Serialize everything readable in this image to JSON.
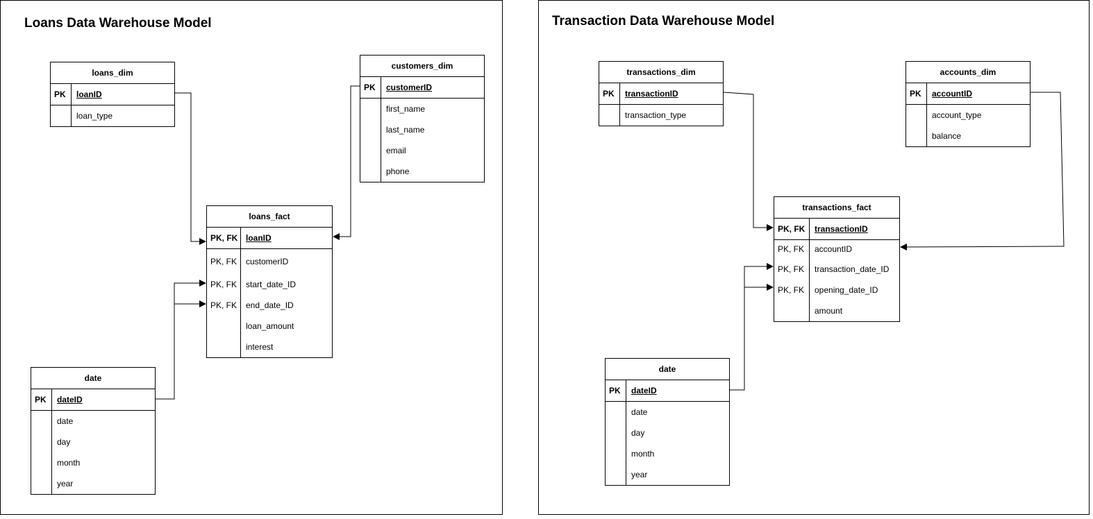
{
  "diagrams": [
    {
      "title": "Loans Data Warehouse Model",
      "entities": [
        {
          "name": "loans_dim",
          "pk": {
            "key": "PK",
            "field": "loanID"
          },
          "fields": [
            {
              "key": "",
              "field": "loan_type"
            }
          ]
        },
        {
          "name": "customers_dim",
          "pk": {
            "key": "PK",
            "field": "customerID"
          },
          "fields": [
            {
              "key": "",
              "field": "first_name"
            },
            {
              "key": "",
              "field": "last_name"
            },
            {
              "key": "",
              "field": "email"
            },
            {
              "key": "",
              "field": "phone"
            }
          ]
        },
        {
          "name": "loans_fact",
          "pk": {
            "key": "PK, FK",
            "field": "loanID"
          },
          "fields": [
            {
              "key": "PK, FK",
              "field": "customerID"
            },
            {
              "key": "PK, FK",
              "field": "start_date_ID"
            },
            {
              "key": "PK, FK",
              "field": "end_date_ID"
            },
            {
              "key": "",
              "field": "loan_amount"
            },
            {
              "key": "",
              "field": "interest"
            }
          ]
        },
        {
          "name": "date",
          "pk": {
            "key": "PK",
            "field": "dateID"
          },
          "fields": [
            {
              "key": "",
              "field": "date"
            },
            {
              "key": "",
              "field": "day"
            },
            {
              "key": "",
              "field": "month"
            },
            {
              "key": "",
              "field": "year"
            }
          ]
        }
      ]
    },
    {
      "title": "Transaction Data Warehouse Model",
      "entities": [
        {
          "name": "transactions_dim",
          "pk": {
            "key": "PK",
            "field": "transactionID"
          },
          "fields": [
            {
              "key": "",
              "field": "transaction_type"
            }
          ]
        },
        {
          "name": "accounts_dim",
          "pk": {
            "key": "PK",
            "field": "accountID"
          },
          "fields": [
            {
              "key": "",
              "field": "account_type"
            },
            {
              "key": "",
              "field": "balance"
            }
          ]
        },
        {
          "name": "transactions_fact",
          "pk": {
            "key": "PK, FK",
            "field": "transactionID"
          },
          "fields": [
            {
              "key": "PK, FK",
              "field": "accountID"
            },
            {
              "key": "PK, FK",
              "field": "transaction_date_ID"
            },
            {
              "key": "PK, FK",
              "field": "opening_date_ID"
            },
            {
              "key": "",
              "field": "amount"
            }
          ]
        },
        {
          "name": "date",
          "pk": {
            "key": "PK",
            "field": "dateID"
          },
          "fields": [
            {
              "key": "",
              "field": "date"
            },
            {
              "key": "",
              "field": "day"
            },
            {
              "key": "",
              "field": "month"
            },
            {
              "key": "",
              "field": "year"
            }
          ]
        }
      ]
    }
  ]
}
